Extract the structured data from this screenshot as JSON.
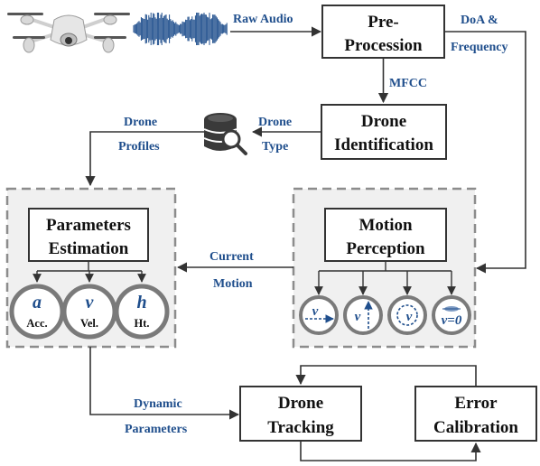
{
  "nodes": {
    "preprocession": [
      "Pre-",
      "Procession"
    ],
    "identification": [
      "Drone",
      "Identification"
    ],
    "estimation": [
      "Parameters",
      "Estimation"
    ],
    "perception": [
      "Motion",
      "Perception"
    ],
    "tracking": [
      "Drone",
      "Tracking"
    ],
    "calibration": [
      "Error",
      "Calibration"
    ]
  },
  "edges": {
    "raw_audio": "Raw Audio",
    "doa": [
      "DoA &",
      "Frequency"
    ],
    "mfcc": "MFCC",
    "drone_type": [
      "Drone",
      "Type"
    ],
    "drone_profiles": [
      "Drone",
      "Profiles"
    ],
    "current_motion": [
      "Current",
      "Motion"
    ],
    "dynamic_params": [
      "Dynamic",
      "Parameters"
    ]
  },
  "parameters": [
    {
      "symbol": "a",
      "label": "Acc."
    },
    {
      "symbol": "v",
      "label": "Vel."
    },
    {
      "symbol": "h",
      "label": "Ht."
    }
  ],
  "motion_states": [
    {
      "symbol": "v",
      "icon": "horizontal-motion-icon"
    },
    {
      "symbol": "v",
      "icon": "vertical-motion-icon"
    },
    {
      "symbol": "v",
      "icon": "rotation-motion-icon"
    },
    {
      "symbol": "v=0",
      "icon": "hover-icon"
    }
  ],
  "colors": {
    "accent": "#1f4e8c",
    "box_border": "#333333",
    "group_fill": "#f0f0f0",
    "group_border": "#8c8c8c",
    "circle_border": "#7a7a7a"
  }
}
